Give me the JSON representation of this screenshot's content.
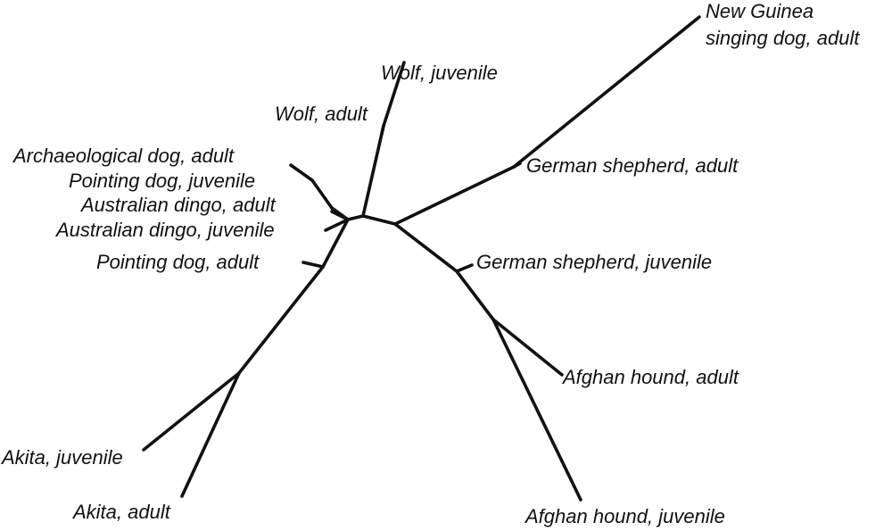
{
  "figure": {
    "type": "unrooted-phylogenetic-tree",
    "line_color": "#111111",
    "background_color": "#ffffff"
  },
  "leaves": [
    {
      "id": "ng-singing-adult",
      "lines": [
        "New Guinea",
        "singing dog, adult"
      ]
    },
    {
      "id": "wolf-juvenile",
      "lines": [
        "Wolf, juvenile"
      ]
    },
    {
      "id": "wolf-adult",
      "lines": [
        "Wolf, adult"
      ]
    },
    {
      "id": "archaeological-adult",
      "lines": [
        "Archaeological dog, adult"
      ]
    },
    {
      "id": "pointing-juvenile",
      "lines": [
        "Pointing dog, juvenile"
      ]
    },
    {
      "id": "dingo-adult",
      "lines": [
        "Australian dingo, adult"
      ]
    },
    {
      "id": "dingo-juvenile",
      "lines": [
        "Australian dingo, juvenile"
      ]
    },
    {
      "id": "german-shepherd-adult",
      "lines": [
        "German shepherd, adult"
      ]
    },
    {
      "id": "german-shepherd-juvenile",
      "lines": [
        "German shepherd, juvenile"
      ]
    },
    {
      "id": "pointing-adult",
      "lines": [
        "Pointing dog, adult"
      ]
    },
    {
      "id": "afghan-adult",
      "lines": [
        "Afghan hound, adult"
      ]
    },
    {
      "id": "akita-juvenile",
      "lines": [
        "Akita, juvenile"
      ]
    },
    {
      "id": "akita-adult",
      "lines": [
        "Akita, adult"
      ]
    },
    {
      "id": "afghan-juvenile",
      "lines": [
        "Afghan hound, juvenile"
      ]
    }
  ]
}
